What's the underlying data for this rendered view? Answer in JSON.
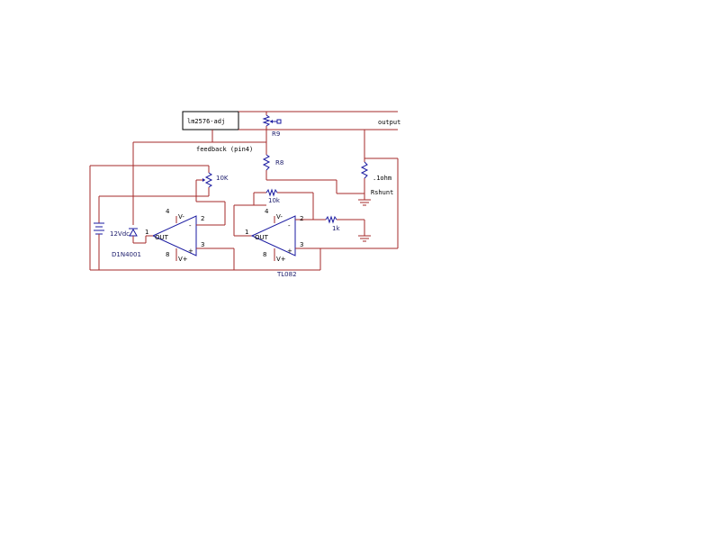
{
  "regulator": {
    "label": "lm2576-adj"
  },
  "output_label": "output",
  "feedback_label": "feedback (pin4)",
  "resistors": {
    "r9": "R9",
    "r8": "R8",
    "pot": "10K",
    "r_feedback": "10k",
    "r_out": "1k",
    "shunt_value": ".1ohm",
    "shunt_name": "Rshunt"
  },
  "battery": {
    "label": "12Vdc"
  },
  "diode": {
    "label": "D1N4001"
  },
  "opamp_part": "TL082",
  "opamps": [
    {
      "out": "OUT",
      "vneg": "V-",
      "vpos": "V+",
      "inv": "-",
      "noninv": "+",
      "pin_out": "1",
      "pin_inv": "2",
      "pin_noninv": "3",
      "pin_vneg": "4",
      "pin_vpos": "8"
    },
    {
      "out": "OUT",
      "vneg": "V-",
      "vpos": "V+",
      "inv": "-",
      "noninv": "+",
      "pin_out": "1",
      "pin_inv": "2",
      "pin_noninv": "3",
      "pin_vneg": "4",
      "pin_vpos": "8"
    }
  ]
}
